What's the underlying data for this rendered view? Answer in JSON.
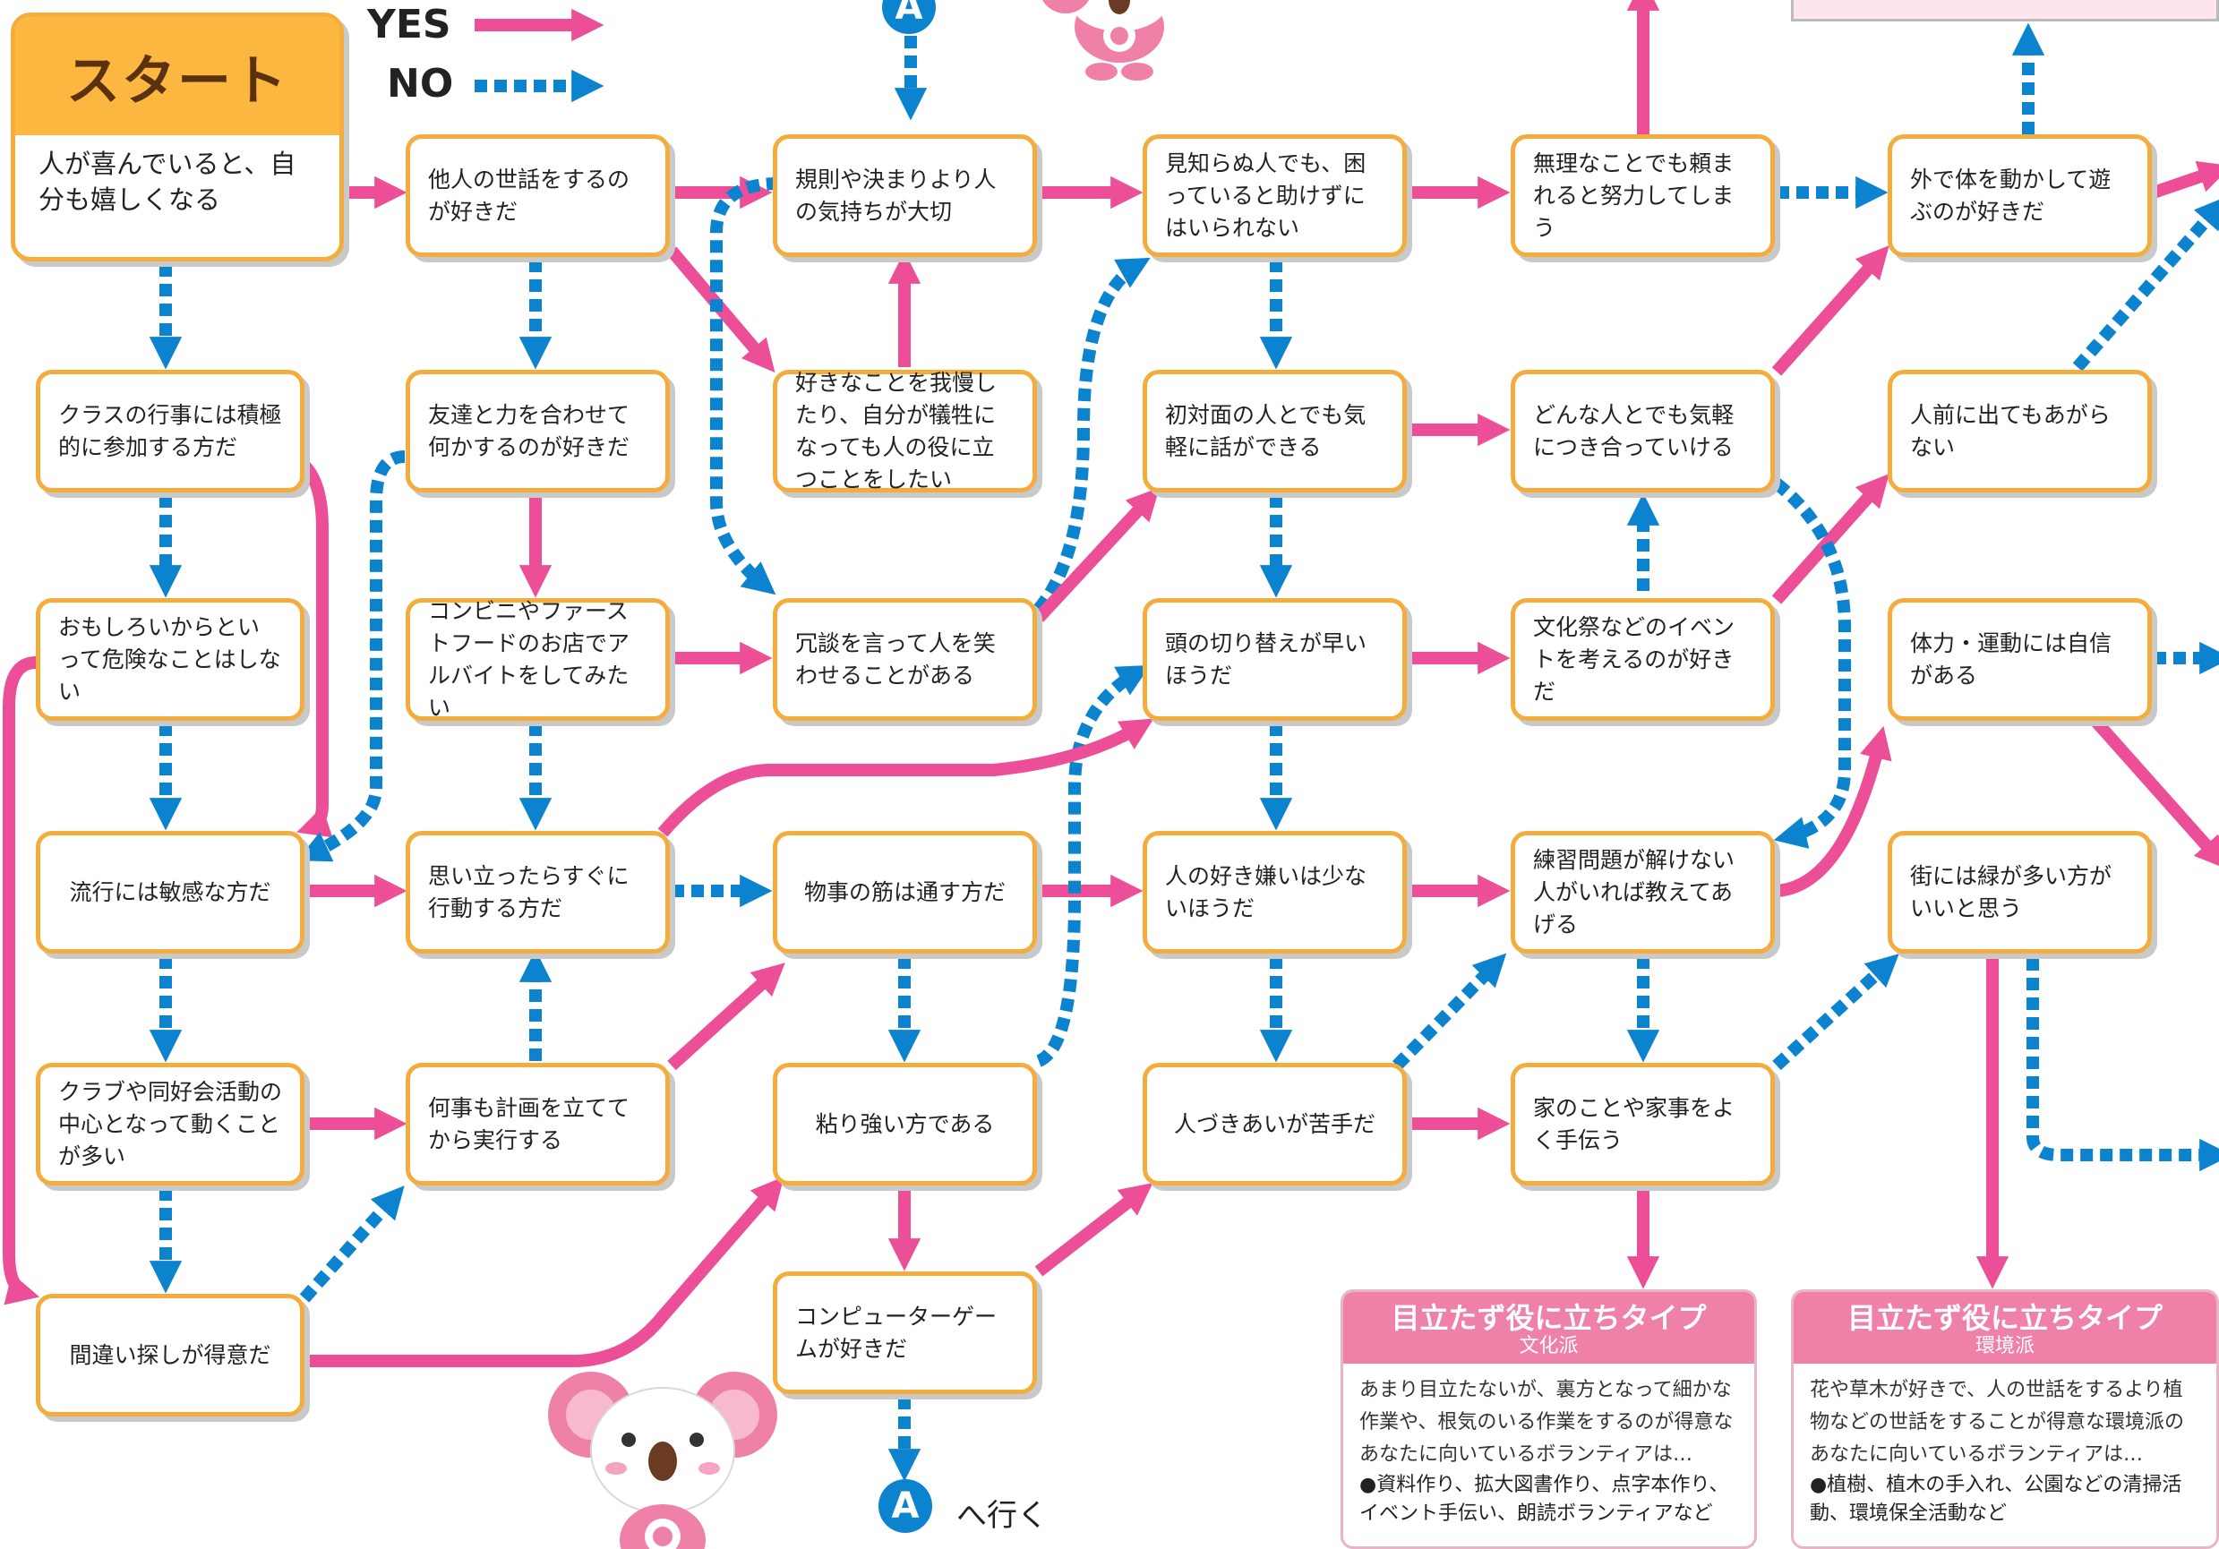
{
  "legend": {
    "yes_label": "YES",
    "no_label": "NO",
    "yes_color": "#ec4f98",
    "no_color": "#0b83cf"
  },
  "start": {
    "title": "スタート",
    "text": "人が喜んでいると、自分も嬉しくなる"
  },
  "nodes": [
    {
      "id": "n1",
      "text": "他人の世話をするのが好きだ"
    },
    {
      "id": "n2",
      "text": "規則や決まりより人の気持ちが大切"
    },
    {
      "id": "n3",
      "text": "見知らぬ人でも、困っていると助けずにはいられない"
    },
    {
      "id": "n4",
      "text": "無理なことでも頼まれると努力してしまう"
    },
    {
      "id": "n5",
      "text": "外で体を動かして遊ぶのが好きだ"
    },
    {
      "id": "n6",
      "text": "クラスの行事には積極的に参加する方だ"
    },
    {
      "id": "n7",
      "text": "友達と力を合わせて何かするのが好きだ"
    },
    {
      "id": "n8",
      "text": "好きなことを我慢したり、自分が犠牲になっても人の役に立つことをしたい"
    },
    {
      "id": "n9",
      "text": "初対面の人とでも気軽に話ができる"
    },
    {
      "id": "n10",
      "text": "どんな人とでも気軽につき合っていける"
    },
    {
      "id": "n11",
      "text": "人前に出てもあがらない"
    },
    {
      "id": "n12",
      "text": "おもしろいからといって危険なことはしない"
    },
    {
      "id": "n13",
      "text": "コンビニやファーストフードのお店でアルバイトをしてみたい"
    },
    {
      "id": "n14",
      "text": "冗談を言って人を笑わせることがある"
    },
    {
      "id": "n15",
      "text": "頭の切り替えが早いほうだ"
    },
    {
      "id": "n16",
      "text": "文化祭などのイベントを考えるのが好きだ"
    },
    {
      "id": "n17",
      "text": "体力・運動には自信がある"
    },
    {
      "id": "n18",
      "text": "流行には敏感な方だ"
    },
    {
      "id": "n19",
      "text": "思い立ったらすぐに行動する方だ"
    },
    {
      "id": "n20",
      "text": "物事の筋は通す方だ"
    },
    {
      "id": "n21",
      "text": "人の好き嫌いは少ないほうだ"
    },
    {
      "id": "n22",
      "text": "練習問題が解けない人がいれば教えてあげる"
    },
    {
      "id": "n23",
      "text": "街には緑が多い方がいいと思う"
    },
    {
      "id": "n24",
      "text": "クラブや同好会活動の中心となって動くことが多い"
    },
    {
      "id": "n25",
      "text": "何事も計画を立ててから実行する"
    },
    {
      "id": "n26",
      "text": "粘り強い方である"
    },
    {
      "id": "n27",
      "text": "人づきあいが苦手だ"
    },
    {
      "id": "n28",
      "text": "家のことや家事をよく手伝う"
    },
    {
      "id": "n29",
      "text": "間違い探しが得意だ"
    },
    {
      "id": "n30",
      "text": "コンピューターゲームが好きだ"
    }
  ],
  "connector": {
    "label": "A",
    "goto_text": "へ行く"
  },
  "results": [
    {
      "title": "目立たず役に立ちタイプ",
      "subtitle": "文化派",
      "desc": "あまり目立たないが、裏方となって細かな作業や、根気のいる作業をするのが得意なあなたに向いているボランティアは…",
      "rec": "●資料作り、拡大図書作り、点字本作り、イベント手伝い、朗読ボランティアなど"
    },
    {
      "title": "目立たず役に立ちタイプ",
      "subtitle": "環境派",
      "desc": "花や草木が好きで、人の世話をするより植物などの世話をすることが得意な環境派のあなたに向いているボランティアは…",
      "rec": "●植樹、植木の手入れ、公園などの清掃活動、環境保全活動など"
    }
  ]
}
